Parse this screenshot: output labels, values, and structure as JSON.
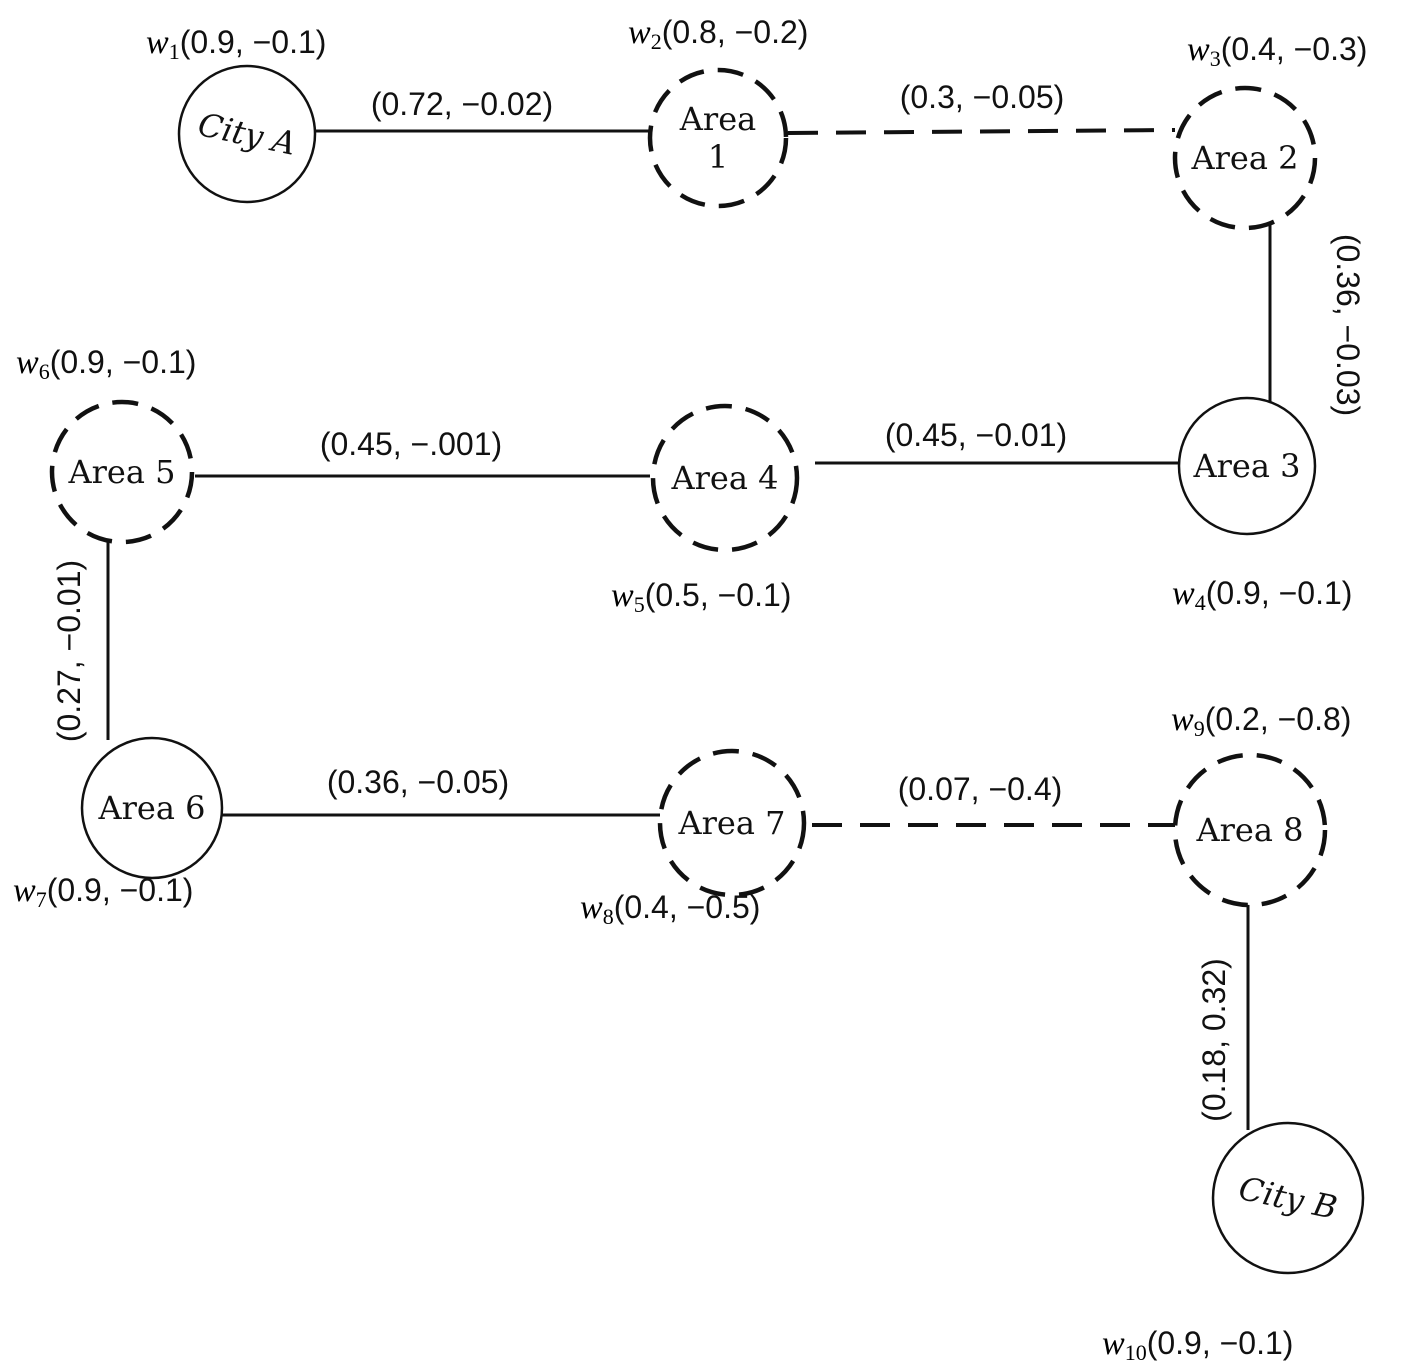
{
  "nodes": [
    {
      "id": "city-a",
      "lines": [
        "City A"
      ],
      "style": "solid",
      "italic": true
    },
    {
      "id": "area-1",
      "lines": [
        "Area",
        "1"
      ],
      "style": "dashed"
    },
    {
      "id": "area-2",
      "lines": [
        "Area 2"
      ],
      "style": "dashed"
    },
    {
      "id": "area-3",
      "lines": [
        "Area 3"
      ],
      "style": "solid"
    },
    {
      "id": "area-4",
      "lines": [
        "Area 4"
      ],
      "style": "dashed"
    },
    {
      "id": "area-5",
      "lines": [
        "Area 5"
      ],
      "style": "dashed"
    },
    {
      "id": "area-6",
      "lines": [
        "Area 6"
      ],
      "style": "solid"
    },
    {
      "id": "area-7",
      "lines": [
        "Area 7"
      ],
      "style": "dashed"
    },
    {
      "id": "area-8",
      "lines": [
        "Area 8"
      ],
      "style": "dashed"
    },
    {
      "id": "city-b",
      "lines": [
        "City B"
      ],
      "style": "solid",
      "italic": true
    }
  ],
  "node_weights": [
    {
      "node": "city-a",
      "symbol": "w",
      "index": "1",
      "value": "(0.9, −0.1)"
    },
    {
      "node": "area-1",
      "symbol": "w",
      "index": "2",
      "value": "(0.8, −0.2)"
    },
    {
      "node": "area-2",
      "symbol": "w",
      "index": "3",
      "value": "(0.4, −0.3)"
    },
    {
      "node": "area-3",
      "symbol": "w",
      "index": "4",
      "value": "(0.9, −0.1)"
    },
    {
      "node": "area-4",
      "symbol": "w",
      "index": "5",
      "value": "(0.5, −0.1)"
    },
    {
      "node": "area-5",
      "symbol": "w",
      "index": "6",
      "value": "(0.9, −0.1)"
    },
    {
      "node": "area-6",
      "symbol": "w",
      "index": "7",
      "value": "(0.9, −0.1)"
    },
    {
      "node": "area-7",
      "symbol": "w",
      "index": "8",
      "value": "(0.4, −0.5)"
    },
    {
      "node": "area-8",
      "symbol": "w",
      "index": "9",
      "value": "(0.2, −0.8)"
    },
    {
      "node": "city-b",
      "symbol": "w",
      "index": "10",
      "value": "(0.9, −0.1)"
    }
  ],
  "edges": [
    {
      "from": "city-a",
      "to": "area-1",
      "style": "solid",
      "label": "(0.72,  −0.02)"
    },
    {
      "from": "area-1",
      "to": "area-2",
      "style": "dashed",
      "label": "(0.3,  −0.05)"
    },
    {
      "from": "area-2",
      "to": "area-3",
      "style": "solid",
      "label": "(0.36,  −0.03)"
    },
    {
      "from": "area-3",
      "to": "area-4",
      "style": "solid",
      "label": "(0.45,  −0.01)"
    },
    {
      "from": "area-4",
      "to": "area-5",
      "style": "solid",
      "label": "(0.45,  −.001)"
    },
    {
      "from": "area-5",
      "to": "area-6",
      "style": "solid",
      "label": "(0.27,  −0.01)"
    },
    {
      "from": "area-6",
      "to": "area-7",
      "style": "solid",
      "label": "(0.36,  −0.05)"
    },
    {
      "from": "area-7",
      "to": "area-8",
      "style": "dashed",
      "label": "(0.07,  −0.4)"
    },
    {
      "from": "area-8",
      "to": "city-b",
      "style": "solid",
      "label": "(0.18, 0.32)"
    }
  ],
  "colors": {
    "ink": "#111111",
    "background": "#ffffff"
  }
}
